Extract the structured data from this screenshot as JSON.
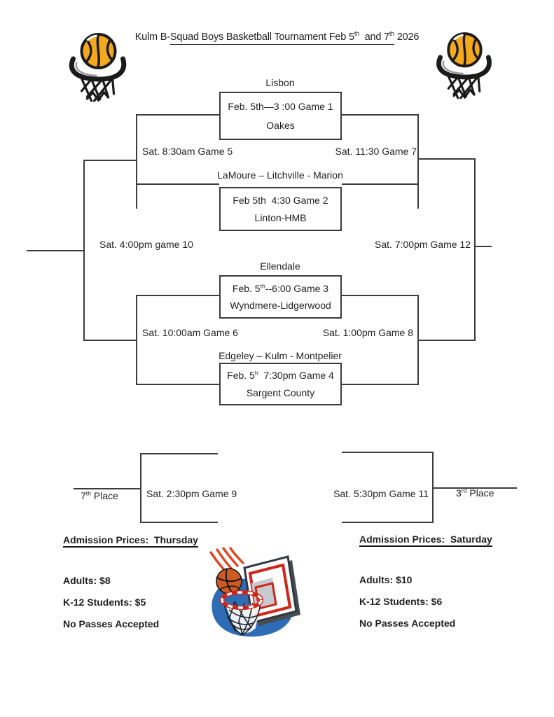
{
  "title": {
    "part1": "Kulm B-",
    "part2_underlined": "Squad Boys Basketball Tournament Feb 5",
    "sup1": "th",
    "part3_underlined": "  and 7",
    "sup2": "th",
    "part4": " 2026"
  },
  "bracket": {
    "game1": {
      "seed": "Lisbon",
      "line1": "Feb. 5th—3 :00 Game 1",
      "line2": "Oakes"
    },
    "game2": {
      "seed": "LaMoure – Litchville - Marion",
      "line1": "Feb 5th  4:30 Game 2",
      "line2": "Linton-HMB"
    },
    "game3": {
      "seed": "Ellendale",
      "line1a": "Feb. 5",
      "line1sup": "th",
      "line1b": "--6:00 Game 3",
      "line2": "Wyndmere-Lidgerwood"
    },
    "game4": {
      "seed": "Edgeley – Kulm - Montpelier",
      "line1a": "Feb. 5",
      "line1sup": "h",
      "line1b": "  7:30pm Game 4",
      "line2": "Sargent County"
    },
    "game5_label": "Sat. 8:30am Game 5",
    "game6_label": "Sat. 10:00am Game 6",
    "game7_label": "Sat. 11:30 Game 7",
    "game8_label": "Sat. 1:00pm Game 8",
    "game9_label": "Sat. 2:30pm Game 9",
    "game10_label": "Sat. 4:00pm game 10",
    "game11_label": "Sat. 5:30pm Game 11",
    "game12_label": "Sat. 7:00pm Game 12",
    "place7": {
      "num": "7",
      "sup": "th",
      "rest": " Place"
    },
    "place3": {
      "num": "3",
      "sup": "rd",
      "rest": " Place"
    }
  },
  "admission_thursday": {
    "heading": "Admission Prices:  Thursday",
    "adults": "Adults: $8",
    "students": "K-12 Students: $5",
    "passes": "No Passes Accepted"
  },
  "admission_saturday": {
    "heading": "Admission Prices:  Saturday",
    "adults": "Adults: $10",
    "students": "K-12 Students: $6",
    "passes": "No Passes Accepted"
  },
  "icons": {
    "top_left": "basketball-and-net",
    "top_right": "basketball-and-net",
    "bottom_center": "basketball-backboard-hoop"
  },
  "colors": {
    "bracket_line": "#3c3c3c",
    "ball_yellow": "#f3a81e",
    "ball_orange": "#cd5a20",
    "backboard_red": "#d02418",
    "blob_blue": "#2e6cb5"
  }
}
